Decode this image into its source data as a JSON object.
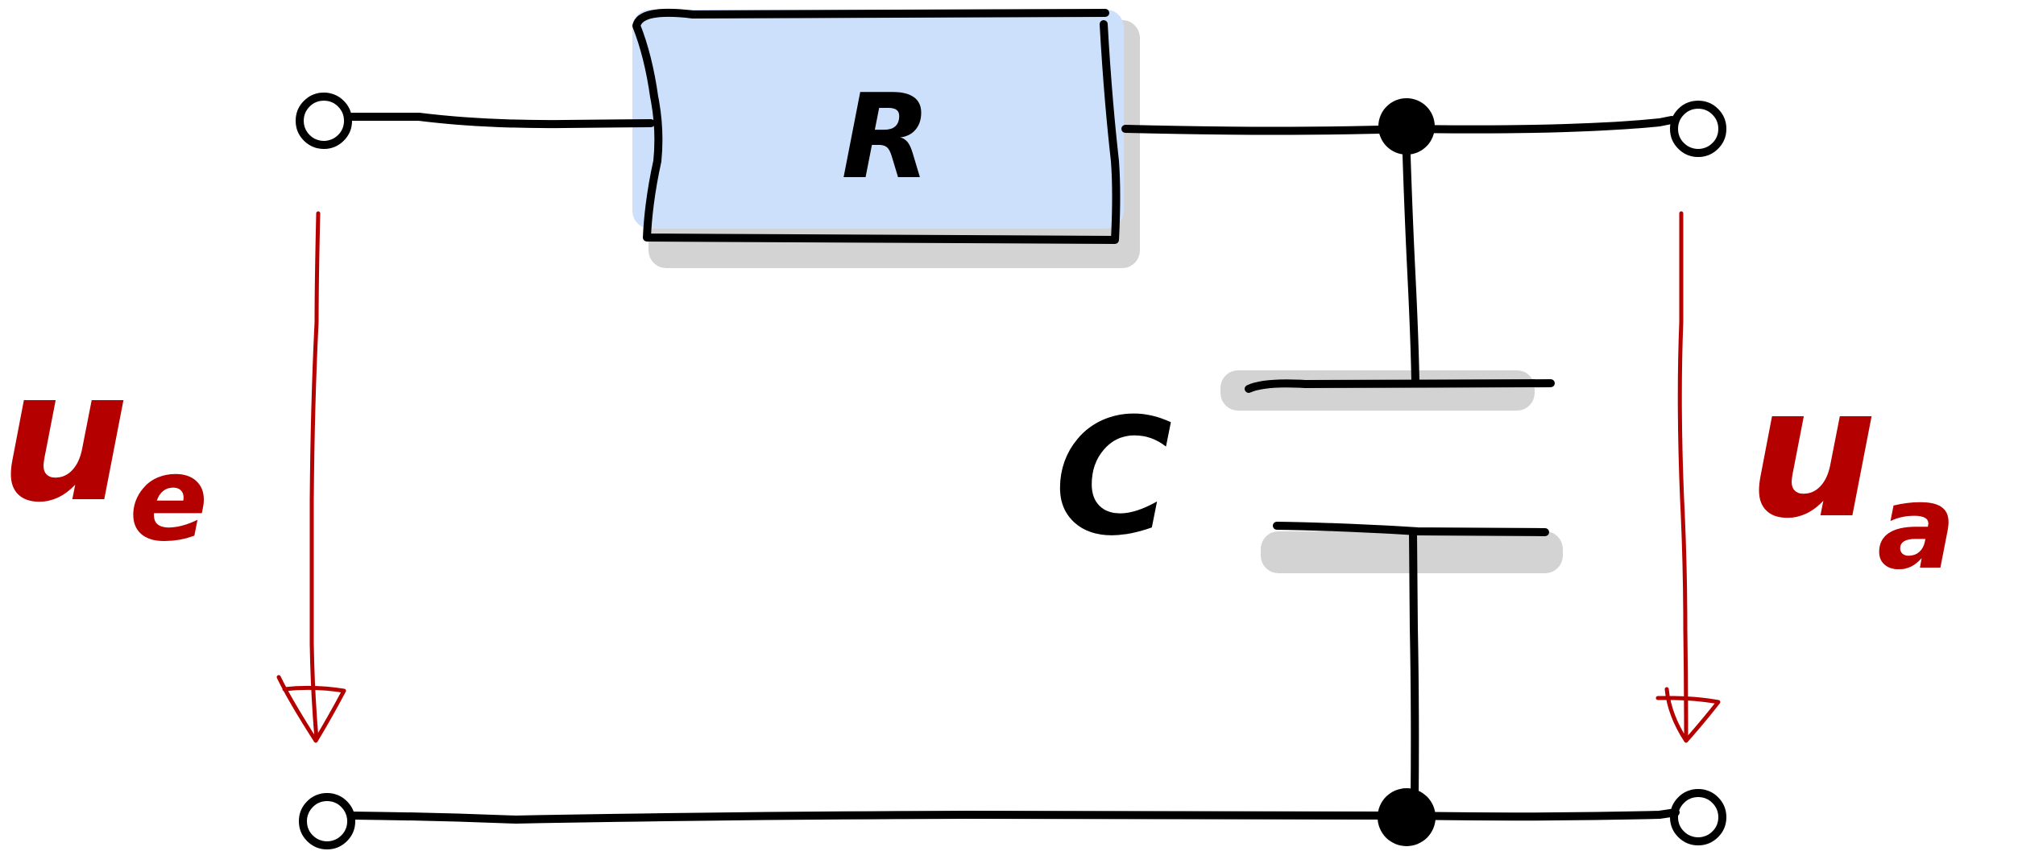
{
  "colors": {
    "wire": "#000000",
    "resistor_fill": "#cce0fc",
    "shadow": "#d3d3d3",
    "voltage": "#b50000"
  },
  "components": {
    "resistor": {
      "label": "R"
    },
    "capacitor": {
      "label": "C"
    }
  },
  "voltages": {
    "input": {
      "main": "u",
      "sub": "e"
    },
    "output": {
      "main": "u",
      "sub": "a"
    }
  }
}
